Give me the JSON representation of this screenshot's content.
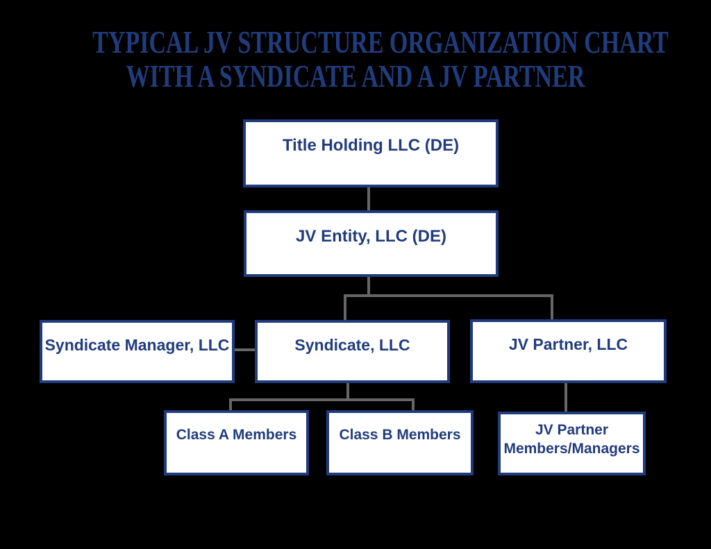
{
  "title": {
    "line1": "TYPICAL JV STRUCTURE ORGANIZATION CHART",
    "line2": "WITH A SYNDICATE AND A JV PARTNER"
  },
  "colors": {
    "navy": "#213C7D",
    "box_fill": "#FFFFFF",
    "connector_gray": "#666666",
    "background": "#000000"
  },
  "nodes": {
    "title_holding": {
      "label": "Title Holding LLC (DE)"
    },
    "jv_entity": {
      "label": "JV Entity, LLC (DE)"
    },
    "syndicate_manager": {
      "label": "Syndicate Manager, LLC"
    },
    "syndicate": {
      "label": "Syndicate, LLC"
    },
    "jv_partner": {
      "label": "JV Partner, LLC"
    },
    "class_a": {
      "label": "Class A Members"
    },
    "class_b": {
      "label": "Class B Members"
    },
    "jv_partner_members": {
      "label": "JV Partner Members/Managers",
      "line1": "JV Partner",
      "line2": "Members/Managers"
    }
  },
  "edges": [
    {
      "from": "Title Holding LLC (DE)",
      "to": "JV Entity, LLC (DE)"
    },
    {
      "from": "JV Entity, LLC (DE)",
      "to": "Syndicate, LLC"
    },
    {
      "from": "JV Entity, LLC (DE)",
      "to": "JV Partner, LLC"
    },
    {
      "from": "Syndicate Manager, LLC",
      "to": "Syndicate, LLC"
    },
    {
      "from": "Syndicate, LLC",
      "to": "Class A Members"
    },
    {
      "from": "Syndicate, LLC",
      "to": "Class B Members"
    },
    {
      "from": "JV Partner, LLC",
      "to": "JV Partner Members/Managers"
    }
  ]
}
